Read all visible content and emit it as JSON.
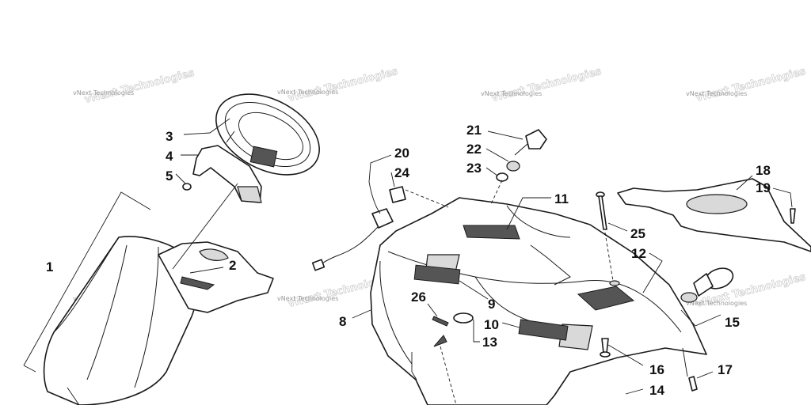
{
  "watermark": {
    "text": "vNext Technologies"
  },
  "callouts": [
    "1",
    "2",
    "3",
    "4",
    "5",
    "8",
    "9",
    "10",
    "11",
    "12",
    "13",
    "14",
    "15",
    "16",
    "17",
    "18",
    "19",
    "20",
    "21",
    "22",
    "23",
    "24",
    "25",
    "26"
  ]
}
